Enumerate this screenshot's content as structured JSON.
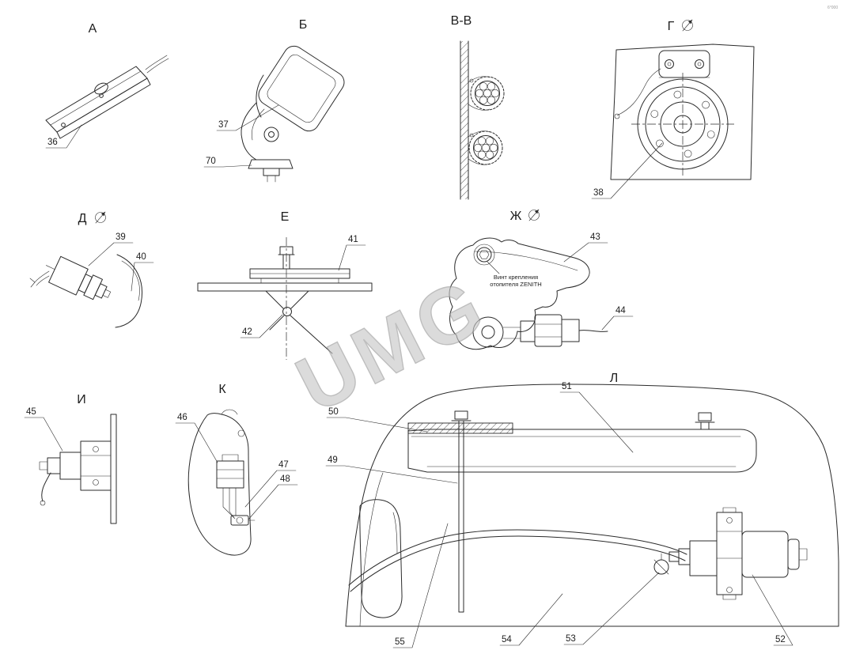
{
  "page": {
    "corner_mark": "6°000"
  },
  "watermark": "UMG",
  "colors": {
    "stroke": "#2b2b2b",
    "watermark": "#c6c6c6",
    "background": "#ffffff"
  },
  "view_titles": {
    "a": "А",
    "b": "Б",
    "vv": "В-В",
    "g": "Г",
    "d": "Д",
    "e": "Е",
    "zh": "Ж",
    "i": "И",
    "k": "К",
    "l": "Л"
  },
  "note": {
    "line1": "Винт крепления",
    "line2": "отопителя ZENITH"
  },
  "labels": {
    "36": "36",
    "37": "37",
    "38": "38",
    "39": "39",
    "40": "40",
    "41": "41",
    "42": "42",
    "43": "43",
    "44": "44",
    "45": "45",
    "46": "46",
    "47": "47",
    "48": "48",
    "49": "49",
    "50": "50",
    "51": "51",
    "52": "52",
    "53": "53",
    "54": "54",
    "55": "55",
    "70": "70"
  }
}
